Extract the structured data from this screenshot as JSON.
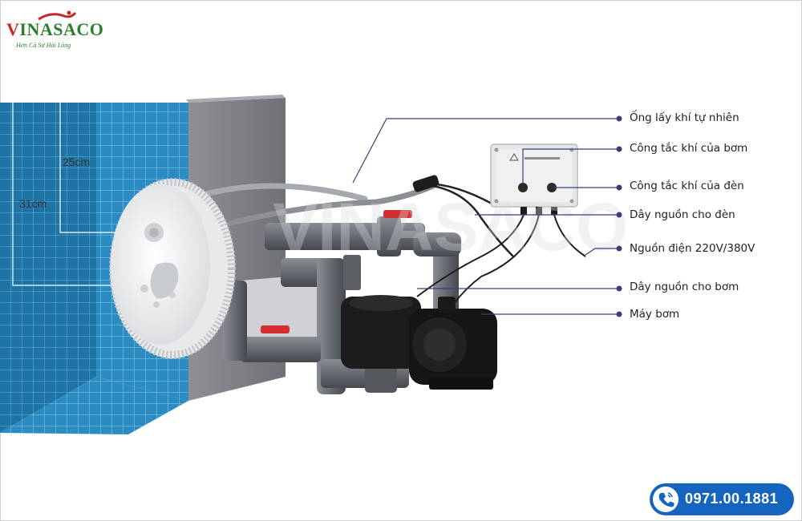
{
  "brand": {
    "name_red": "V",
    "name_rest": "INASACO",
    "slogan": "Hơn Cả Sự Hài Lòng"
  },
  "dimensions": {
    "height_top": "25cm",
    "height_bottom": "31cm"
  },
  "callouts": [
    "Ống lấy khí tự nhiên",
    "Công tắc khí của bơm",
    "Công tắc khí của đèn",
    "Dây nguồn cho đèn",
    "Nguồn điện 220V/380V",
    "Dây nguồn cho bơm",
    "Máy bơm"
  ],
  "contact": {
    "phone": "0971.00.1881"
  },
  "colors": {
    "callout_line": "#3a3d7a",
    "hotline_bg": "#1565c0",
    "tile": "#2a8fc4",
    "pipe": "#6a6d73",
    "valve": "#d32f2f",
    "pump": "#1b1b1b"
  }
}
